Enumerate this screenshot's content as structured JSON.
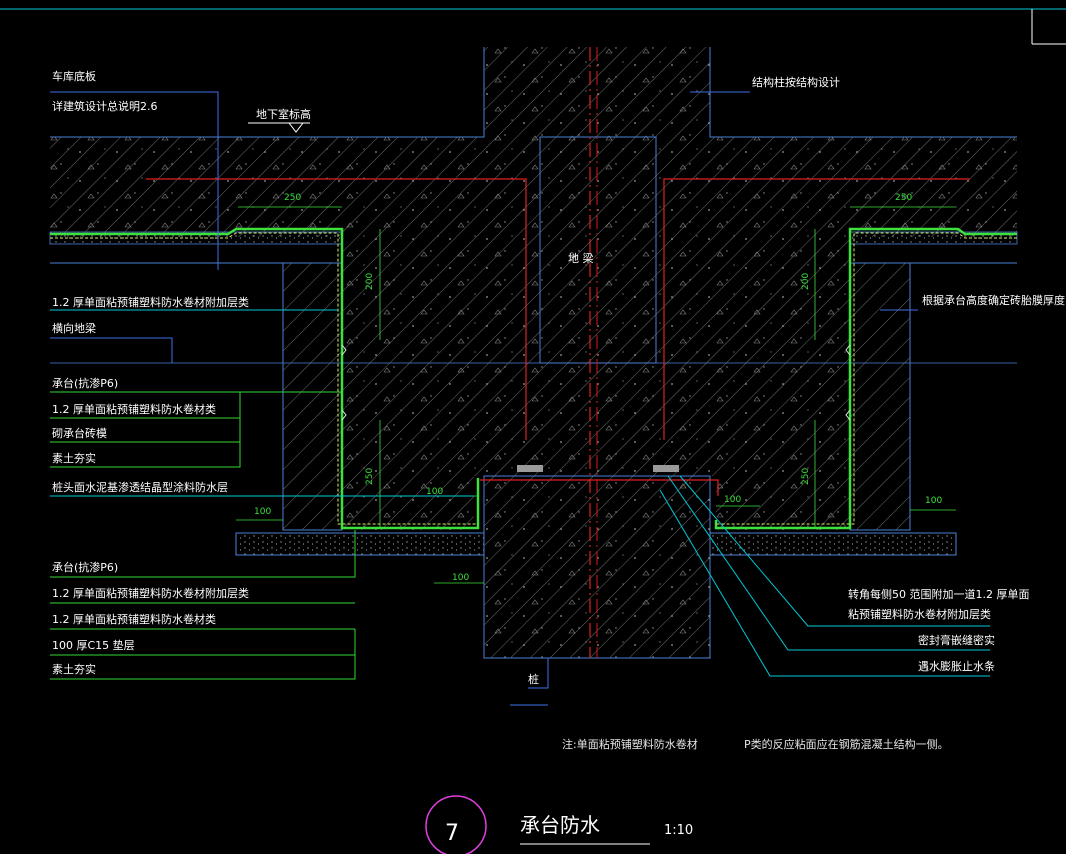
{
  "labels": {
    "top_left_1": "车库底板",
    "top_left_2": "详建筑设计总说明2.6",
    "floor_level": "地下室标高",
    "top_right": "结构柱按结构设计",
    "beam": "地  梁",
    "right_note": "根据承台高度确定砖胎膜厚度",
    "column": "桩",
    "note": "注:单面粘预铺塑料防水卷材",
    "note_p": "P类的反应粘面应在钢筋混凝土结构一侧。"
  },
  "left_group_1": [
    "1.2 厚单面粘预铺塑料防水卷材附加层类",
    "横向地梁",
    "承台(抗渗P6)",
    "1.2 厚单面粘预铺塑料防水卷材类",
    "砌承台砖模",
    "素土夯实",
    "桩头面水泥基渗透结晶型涂料防水层"
  ],
  "left_group_2": [
    "承台(抗渗P6)",
    "1.2 厚单面粘预铺塑料防水卷材附加层类",
    "1.2 厚单面粘预铺塑料防水卷材类",
    "100 厚C15 垫层",
    "素土夯实"
  ],
  "right_group": [
    "转角每侧50 范围附加一道1.2 厚单面",
    "粘预铺塑料防水卷材附加层类",
    "密封膏嵌缝密实",
    "遇水膨胀止水条"
  ],
  "dims": {
    "d250_left": "250",
    "d250_right": "250",
    "d200_left": "200",
    "d200_right": "200",
    "d250v_left": "250",
    "d250v_right": "250",
    "d100_a": "100",
    "d100_b": "100",
    "d100_c": "100",
    "d100_d": "100",
    "d100_e": "100"
  },
  "title_block": {
    "number": "7",
    "title": "承台防水",
    "scale": "1:10"
  },
  "colors": {
    "background": "#000000",
    "concrete_outline": "#4a7fd6",
    "hatch": "#6f6f6f",
    "rebar": "#e02020",
    "waterproof": "#3de03d",
    "leader_cyan": "#00c8d8",
    "leader_green": "#33d633",
    "leader_blue": "#3f6fe6",
    "title_circle": "#e040e0"
  }
}
